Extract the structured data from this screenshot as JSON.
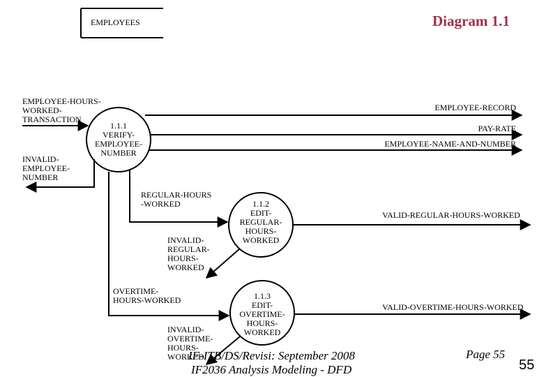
{
  "title": "Diagram 1.1",
  "colors": {
    "title": "#a0304a",
    "line": "#000000"
  },
  "datastore": {
    "label": "EMPLOYEES"
  },
  "processes": {
    "verify": "1.1.1\nVERIFY-\nEMPLOYEE-\nNUMBER",
    "edit_regular": "1.1.2\nEDIT-\nREGULAR-\nHOURS-\nWORKED",
    "edit_overtime": "1.1.3\nEDIT-\nOVERTIME-\nHOURS-\nWORKED"
  },
  "flows": {
    "employee_hours_transaction": "EMPLOYEE-HOURS-\nWORKED-\nTRANSACTION",
    "invalid_employee_number": "INVALID-\nEMPLOYEE-\nNUMBER",
    "employee_record": "EMPLOYEE-RECORD",
    "pay_rate": "PAY-RATE",
    "employee_name_and_number": "EMPLOYEE-NAME-AND-NUMBER",
    "regular_hours_worked": "REGULAR-HOURS\n-WORKED",
    "invalid_regular_hours_worked": "INVALID-\nREGULAR-\nHOURS-\nWORKED",
    "valid_regular_hours_worked": "VALID-REGULAR-HOURS-WORKED",
    "overtime_hours_worked": "OVERTIME-\nHOURS-WORKED",
    "invalid_overtime_hours_worked": "INVALID-\nOVERTIME-\nHOURS-\nWORKED",
    "valid_overtime_hours_worked": "VALID-OVERTIME-HOURS-WORKED"
  },
  "footer": {
    "line1": "IF-ITB/DS/Revisi: September 2008",
    "line2": "IF2036 Analysis Modeling - DFD",
    "page_label": "Page 55",
    "page_number": "55"
  }
}
